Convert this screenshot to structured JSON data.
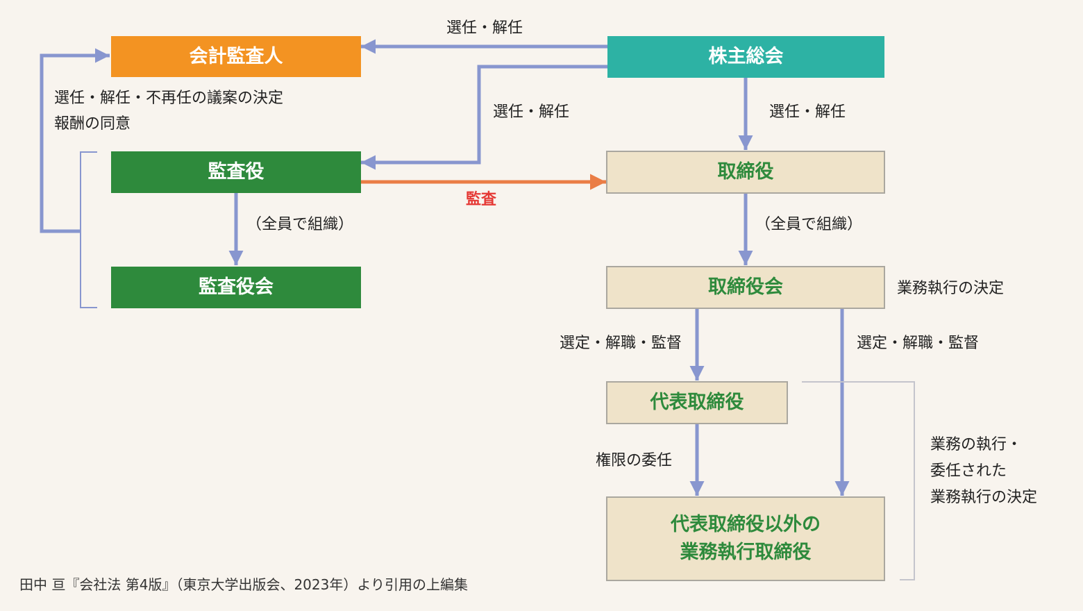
{
  "boxes": {
    "auditor": "会計監査人",
    "shareholders_meeting": "株主総会",
    "corporate_auditor": "監査役",
    "director": "取締役",
    "board_of_auditors": "監査役会",
    "board_of_directors": "取締役会",
    "representative_director": "代表取締役",
    "executive_directors": "代表取締役以外の\n業務執行取締役"
  },
  "labels": {
    "elect_dismiss_auditor": "選任・解任",
    "elect_dismiss_corporate_auditor": "選任・解任",
    "elect_dismiss_director": "選任・解任",
    "auditor_proposals_line1": "選任・解任・不再任の議案の決定",
    "auditor_proposals_line2": "報酬の同意",
    "audit": "監査",
    "all_members_auditors": "（全員で組織）",
    "all_members_directors": "（全員で組織）",
    "business_execution_decision": "業務執行の決定",
    "select_dismiss_supervise_left": "選定・解職・監督",
    "select_dismiss_supervise_right": "選定・解職・監督",
    "delegation_of_authority": "権限の委任",
    "execution_note_line1": "業務の執行・",
    "execution_note_line2": "委任された",
    "execution_note_line3": "業務執行の決定"
  },
  "caption": "田中 亘『会社法 第4版』（東京大学出版会、2023年）より引用の上編集",
  "colors": {
    "background": "#f8f4ee",
    "orange": "#f39322",
    "teal": "#2db2a4",
    "green": "#2e8a3c",
    "beige": "#efe3c9",
    "arrow_blue": "#8896cf",
    "arrow_orange": "#ea7d45",
    "bracket_gray": "#c4c4cc"
  }
}
